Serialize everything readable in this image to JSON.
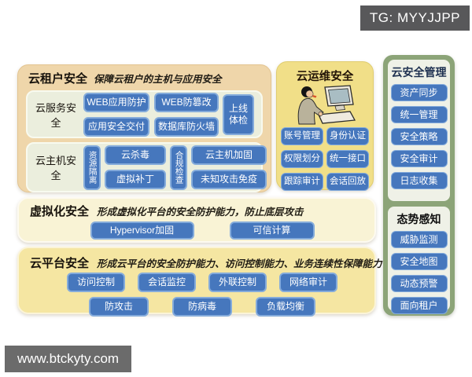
{
  "overlays": {
    "tg_badge": "TG: MYYJJPP",
    "watermark": "www.btckyty.com"
  },
  "colors": {
    "node_blue": "#4677bd",
    "node_border": "#84abdb",
    "tenant_panel": "#efd6aa",
    "ops_panel": "#f1df88",
    "virt_panel": "#f9f3d5",
    "platform_panel": "#f5e6a2",
    "green_outer": "#8ca478",
    "green_inner": "#eff1e7",
    "badge_gray": "#58585a"
  },
  "tenant": {
    "title": "云租户安全",
    "subtitle": "保障云租户的主机与应用安全",
    "service": {
      "label": "云服务安全",
      "buttons": [
        "WEB应用防护",
        "WEB防篡改",
        "应用安全交付",
        "数据库防火墙"
      ],
      "side_button": "上线体检"
    },
    "host": {
      "label": "云主机安全",
      "vertical_left": "资源隔离",
      "col1": [
        "云杀毒",
        "虚拟补丁"
      ],
      "vertical_mid": "合规检查",
      "col2": [
        "云主机加固",
        "未知攻击免疫"
      ]
    }
  },
  "ops": {
    "title": "云运维安全",
    "illustration": "operator-at-computer",
    "buttons": [
      "账号管理",
      "身份认证",
      "权限划分",
      "统一接口",
      "跟踪审计",
      "会话回放"
    ]
  },
  "virtualization": {
    "title": "虚拟化安全",
    "subtitle": "形成虚拟化平台的安全防护能力，防止底层攻击",
    "buttons": [
      "Hypervisor加固",
      "可信计算"
    ]
  },
  "platform": {
    "title": "云平台安全",
    "subtitle": "形成云平台的安全防护能力、访问控制能力、业务连续性保障能力",
    "row1": [
      "访问控制",
      "会话监控",
      "外联控制",
      "网络审计"
    ],
    "row2": [
      "防攻击",
      "防病毒",
      "负载均衡"
    ]
  },
  "management": {
    "title": "云安全管理",
    "buttons": [
      "资产同步",
      "统一管理",
      "安全策略",
      "安全审计",
      "日志收集"
    ]
  },
  "situational": {
    "title": "态势感知",
    "buttons": [
      "威胁监测",
      "安全地图",
      "动态预警",
      "面向租户"
    ]
  }
}
